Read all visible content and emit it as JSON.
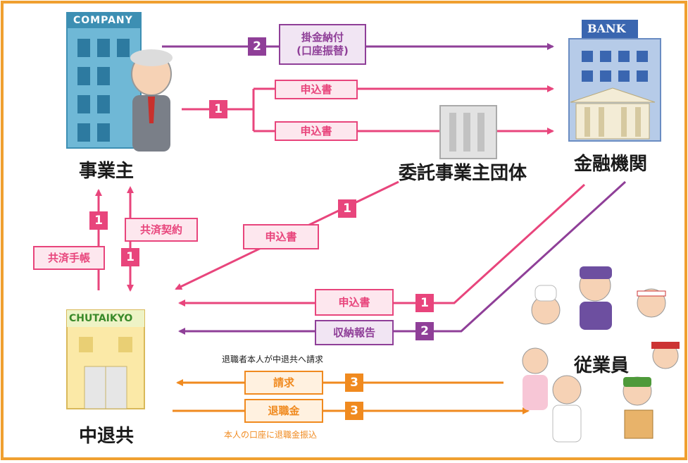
{
  "entities": {
    "employer": "事業主",
    "bank": "金融機関",
    "consignor_group": "委託事業主団体",
    "chutaikyo": "中退共",
    "employees": "従業員"
  },
  "building_signs": {
    "company": "COMPANY",
    "bank": "BANK",
    "chutaikyo": "CHUTAIKYO"
  },
  "flows": {
    "payment": {
      "num": "2",
      "line1": "掛金納付",
      "line2": "(口座振替)"
    },
    "application_direct": {
      "num": "1",
      "label": "申込書"
    },
    "application_via_group": {
      "label": "申込書"
    },
    "group_to_chutaikyo": {
      "num": "1",
      "label": "申込書"
    },
    "handbook": {
      "num": "1",
      "label": "共済手帳"
    },
    "contract": {
      "num": "1",
      "label": "共済契約"
    },
    "bank_application": {
      "num": "1",
      "label": "申込書"
    },
    "receipt_report": {
      "num": "2",
      "label": "収納報告"
    },
    "claim": {
      "num": "3",
      "label": "請求",
      "note": "退職者本人が中退共へ請求"
    },
    "retirement_pay": {
      "num": "3",
      "label": "退職金",
      "note": "本人の口座に退職金振込"
    }
  },
  "colors": {
    "pink": "#e8457c",
    "purple": "#8f3f98",
    "orange": "#f08a1f",
    "frame": "#f0a030"
  }
}
